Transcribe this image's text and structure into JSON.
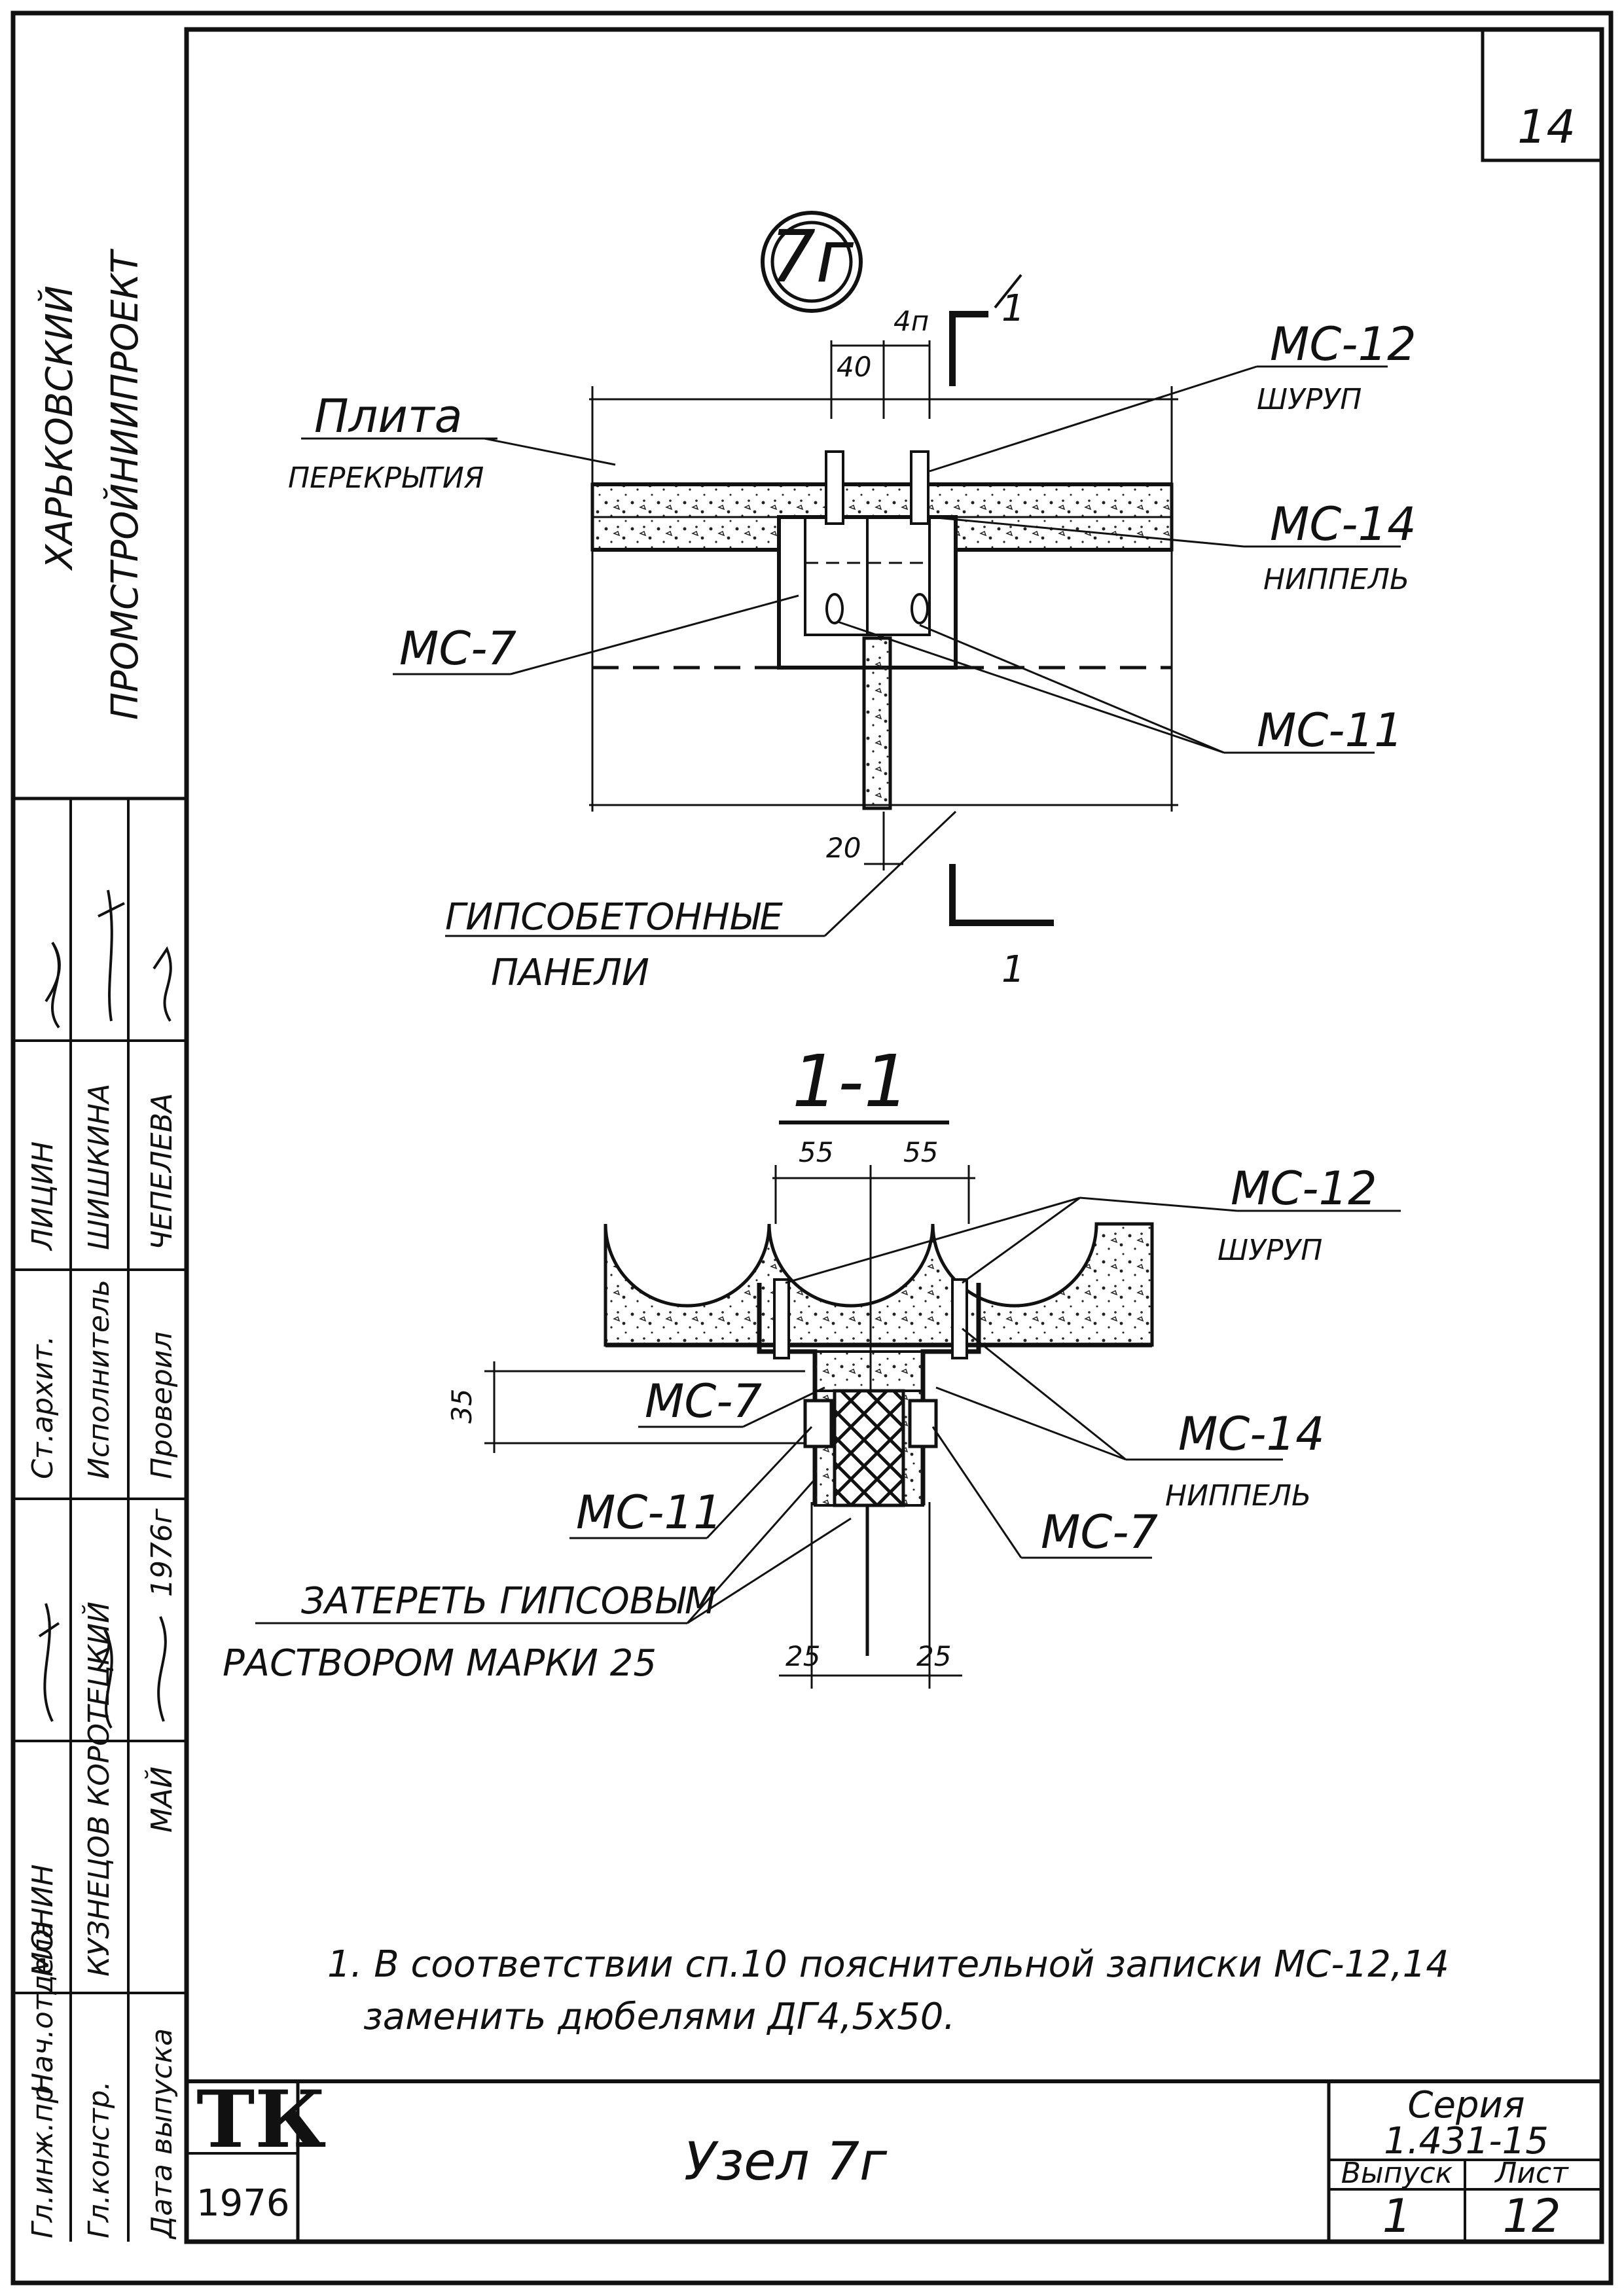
{
  "sheet": {
    "number": "14",
    "organization_line1": "ХАРЬКОВСКИЙ",
    "organization_line2": "ПРОМСТРОЙНИИПРОЕКТ"
  },
  "plan_view": {
    "node_badge": "7г",
    "dim_40": "40",
    "dim_4n": "4п",
    "dim_20": "20",
    "section_mark": "1",
    "slab_label_1": "Плита",
    "slab_label_2": "ПЕРЕКРЫТИЯ",
    "mc12_label": "МС-12",
    "mc12_sub": "ШУРУП",
    "mc14_label": "МС-14",
    "mc14_sub": "НИППЕЛЬ",
    "mc7_label": "МС-7",
    "mc11_label": "МС-11",
    "panels_label_1": "ГИПСОБЕТОННЫЕ",
    "panels_label_2": "ПАНЕЛИ"
  },
  "section_view": {
    "title": "1-1",
    "dim_55a": "55",
    "dim_55b": "55",
    "dim_35": "35",
    "dim_25a": "25",
    "dim_25b": "25",
    "mc12_label": "МС-12",
    "mc12_sub": "ШУРУП",
    "mc7_left": "МС-7",
    "mc7_right": "МС-7",
    "mc14_label": "МС-14",
    "mc14_sub": "НИППЕЛЬ",
    "mc11_label": "МС-11",
    "note_1": "ЗАТЕРЕТЬ ГИПСОВЫМ",
    "note_2": "РАСТВОРОМ МАРКИ 25"
  },
  "footnote": {
    "line1": "1. В соответствии сп.10 пояснительной записки МС-12,14",
    "line2": "заменить дюбелями ДГ4,5х50."
  },
  "title_block": {
    "logo": "ТК",
    "year": "1976",
    "title": "Узел 7г",
    "series_label": "Серия",
    "series_value": "1.431-15",
    "issue_label": "Выпуск",
    "sheet_label": "Лист",
    "issue_value": "1",
    "sheet_value": "12"
  },
  "stamp": {
    "col1": [
      "Гл.инж.пр",
      "Нач.отдела",
      "Гл.констр.",
      "Дата выпуска"
    ],
    "col2": [
      "МОНИН",
      "КУЗНЕЦОВ",
      "КОРОТЕЦКИЙ",
      "МАЙ"
    ],
    "col4": [
      "Ст.архит.",
      "Исполнитель",
      "Проверил"
    ],
    "col5": [
      "ЛИЦИН",
      "ШИШКИНА",
      "ЧЕПЕЛЕВА"
    ],
    "date": "1976г"
  }
}
